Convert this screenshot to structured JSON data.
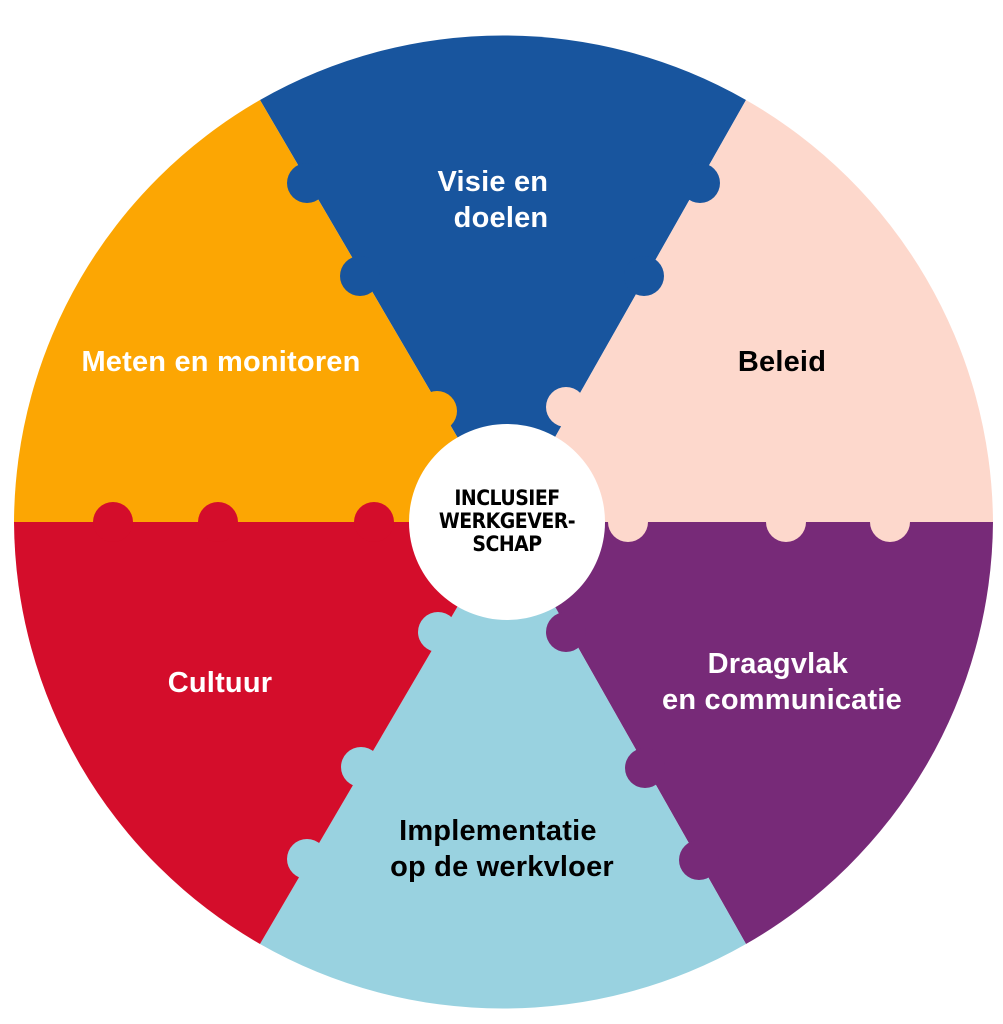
{
  "hub": {
    "lines": [
      "INCLUSIEF",
      "WERKGEVER-",
      "SCHAP"
    ]
  },
  "segments": [
    {
      "id": "visie",
      "lines": [
        "Visie en",
        "doelen"
      ],
      "color": "#18559E",
      "text_color": "#ffffff"
    },
    {
      "id": "beleid",
      "lines": [
        "Beleid"
      ],
      "color": "#FDD8CC",
      "text_color": "#000000"
    },
    {
      "id": "draagvlak",
      "lines": [
        "Draagvlak",
        "en communicatie"
      ],
      "color": "#772A78",
      "text_color": "#ffffff"
    },
    {
      "id": "implementatie",
      "lines": [
        "Implementatie",
        "op de werkvloer"
      ],
      "color": "#99D2E0",
      "text_color": "#000000"
    },
    {
      "id": "cultuur",
      "lines": [
        "Cultuur"
      ],
      "color": "#D40D2B",
      "text_color": "#ffffff"
    },
    {
      "id": "meten",
      "lines": [
        "Meten en monitoren"
      ],
      "color": "#FCA603",
      "text_color": "#ffffff"
    }
  ],
  "hub_color": "#ffffff",
  "hub_text_color": "#000000"
}
